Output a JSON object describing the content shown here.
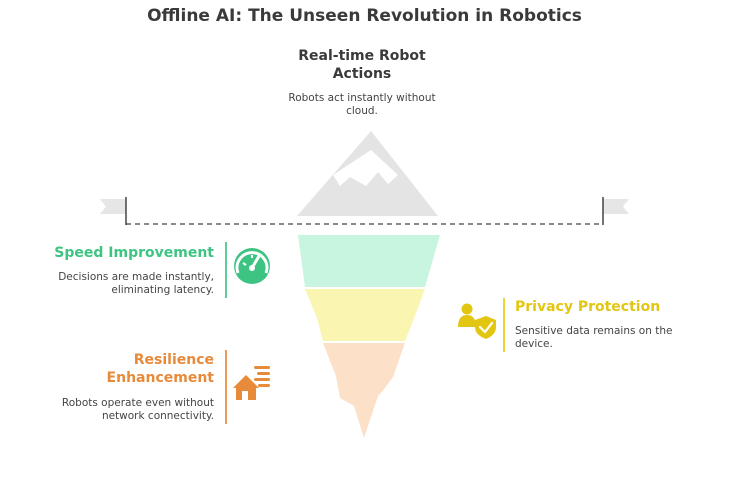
{
  "title": "Offline AI: The Unseen Revolution in Robotics",
  "top": {
    "heading": "Real-time Robot\nActions",
    "description": "Robots act instantly without\ncloud."
  },
  "items": {
    "speed": {
      "heading": "Speed Improvement",
      "description": "Decisions are made instantly,\neliminating latency.",
      "icon": "speedometer-icon"
    },
    "resilience": {
      "heading": "Resilience\nEnhancement",
      "description": "Robots operate even without\nnetwork connectivity.",
      "icon": "moving-house-icon"
    },
    "privacy": {
      "heading": "Privacy Protection",
      "description": "Sensitive data remains on the\ndevice.",
      "icon": "user-shield-icon"
    }
  },
  "colors": {
    "speed": "#3ec482",
    "resilience": "#e78a3a",
    "privacy": "#e3c612",
    "speed_fill": "#c8f5e0",
    "privacy_fill": "#faf5b0",
    "resilience_fill": "#fde0c8",
    "mountain": "#e4e4e4"
  }
}
